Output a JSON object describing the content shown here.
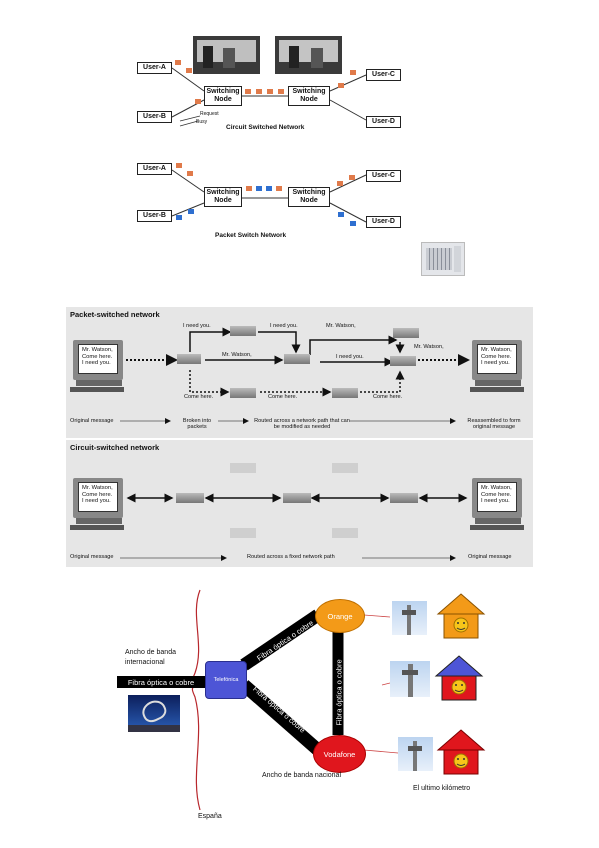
{
  "circuit_diagram": {
    "users": [
      "User-A",
      "User-B",
      "User-C",
      "User-D"
    ],
    "node_label": "Switching Node",
    "request_label": "Request",
    "busy_label": "Busy",
    "caption": "Circuit Switched Network"
  },
  "packet_diagram": {
    "users": [
      "User-A",
      "User-B",
      "User-C",
      "User-D"
    ],
    "node_label": "Switching Node",
    "caption": "Packet Switch Network"
  },
  "packet_panel": {
    "title": "Packet-switched network",
    "screen_text": [
      "Mr. Watson,",
      "Come here.",
      "I need you."
    ],
    "labels": {
      "i_need_you_1": "I need you.",
      "i_need_you_2": "I need you.",
      "mr_watson_top": "Mr. Watson,",
      "mr_watson_mid": "Mr. Watson,",
      "i_need_you_mid": "I need you.",
      "mr_watson_right": "Mr. Watson,",
      "come_here_1": "Come here.",
      "come_here_2": "Come here.",
      "come_here_3": "Come here."
    },
    "flow": {
      "original": "Original message",
      "broken": "Broken into packets",
      "routed": "Routed across a network path that can be modified as needed",
      "reassembled": "Reassembled to form original message"
    }
  },
  "circuit_panel": {
    "title": "Circuit-switched network",
    "screen_text": [
      "Mr. Watson,",
      "Come here.",
      "I need you."
    ],
    "flow": {
      "original": "Original message",
      "routed": "Routed across a fixed network path",
      "original_end": "Original message"
    }
  },
  "spain_diagram": {
    "telefonica": "Telefónica",
    "orange": "Orange",
    "vodafone": "Vodafone",
    "fibra_1": "Fibra óptica o cobre",
    "fibra_2": "Fibra óptica o cobre",
    "fibra_3": "Fibra óptica o cobre",
    "fibra_intl": "Fibra óptica o cobre",
    "ancho_intl": "Ancho de banda internacional",
    "ancho_nacional": "Ancho de banda nacional",
    "ultimo_km": "El ultimo kilómetro",
    "espana": "España",
    "colors": {
      "telefonica": "#4d55d6",
      "orange": "#f39a18",
      "vodafone": "#e0161d",
      "brace": "#b8282d"
    }
  }
}
